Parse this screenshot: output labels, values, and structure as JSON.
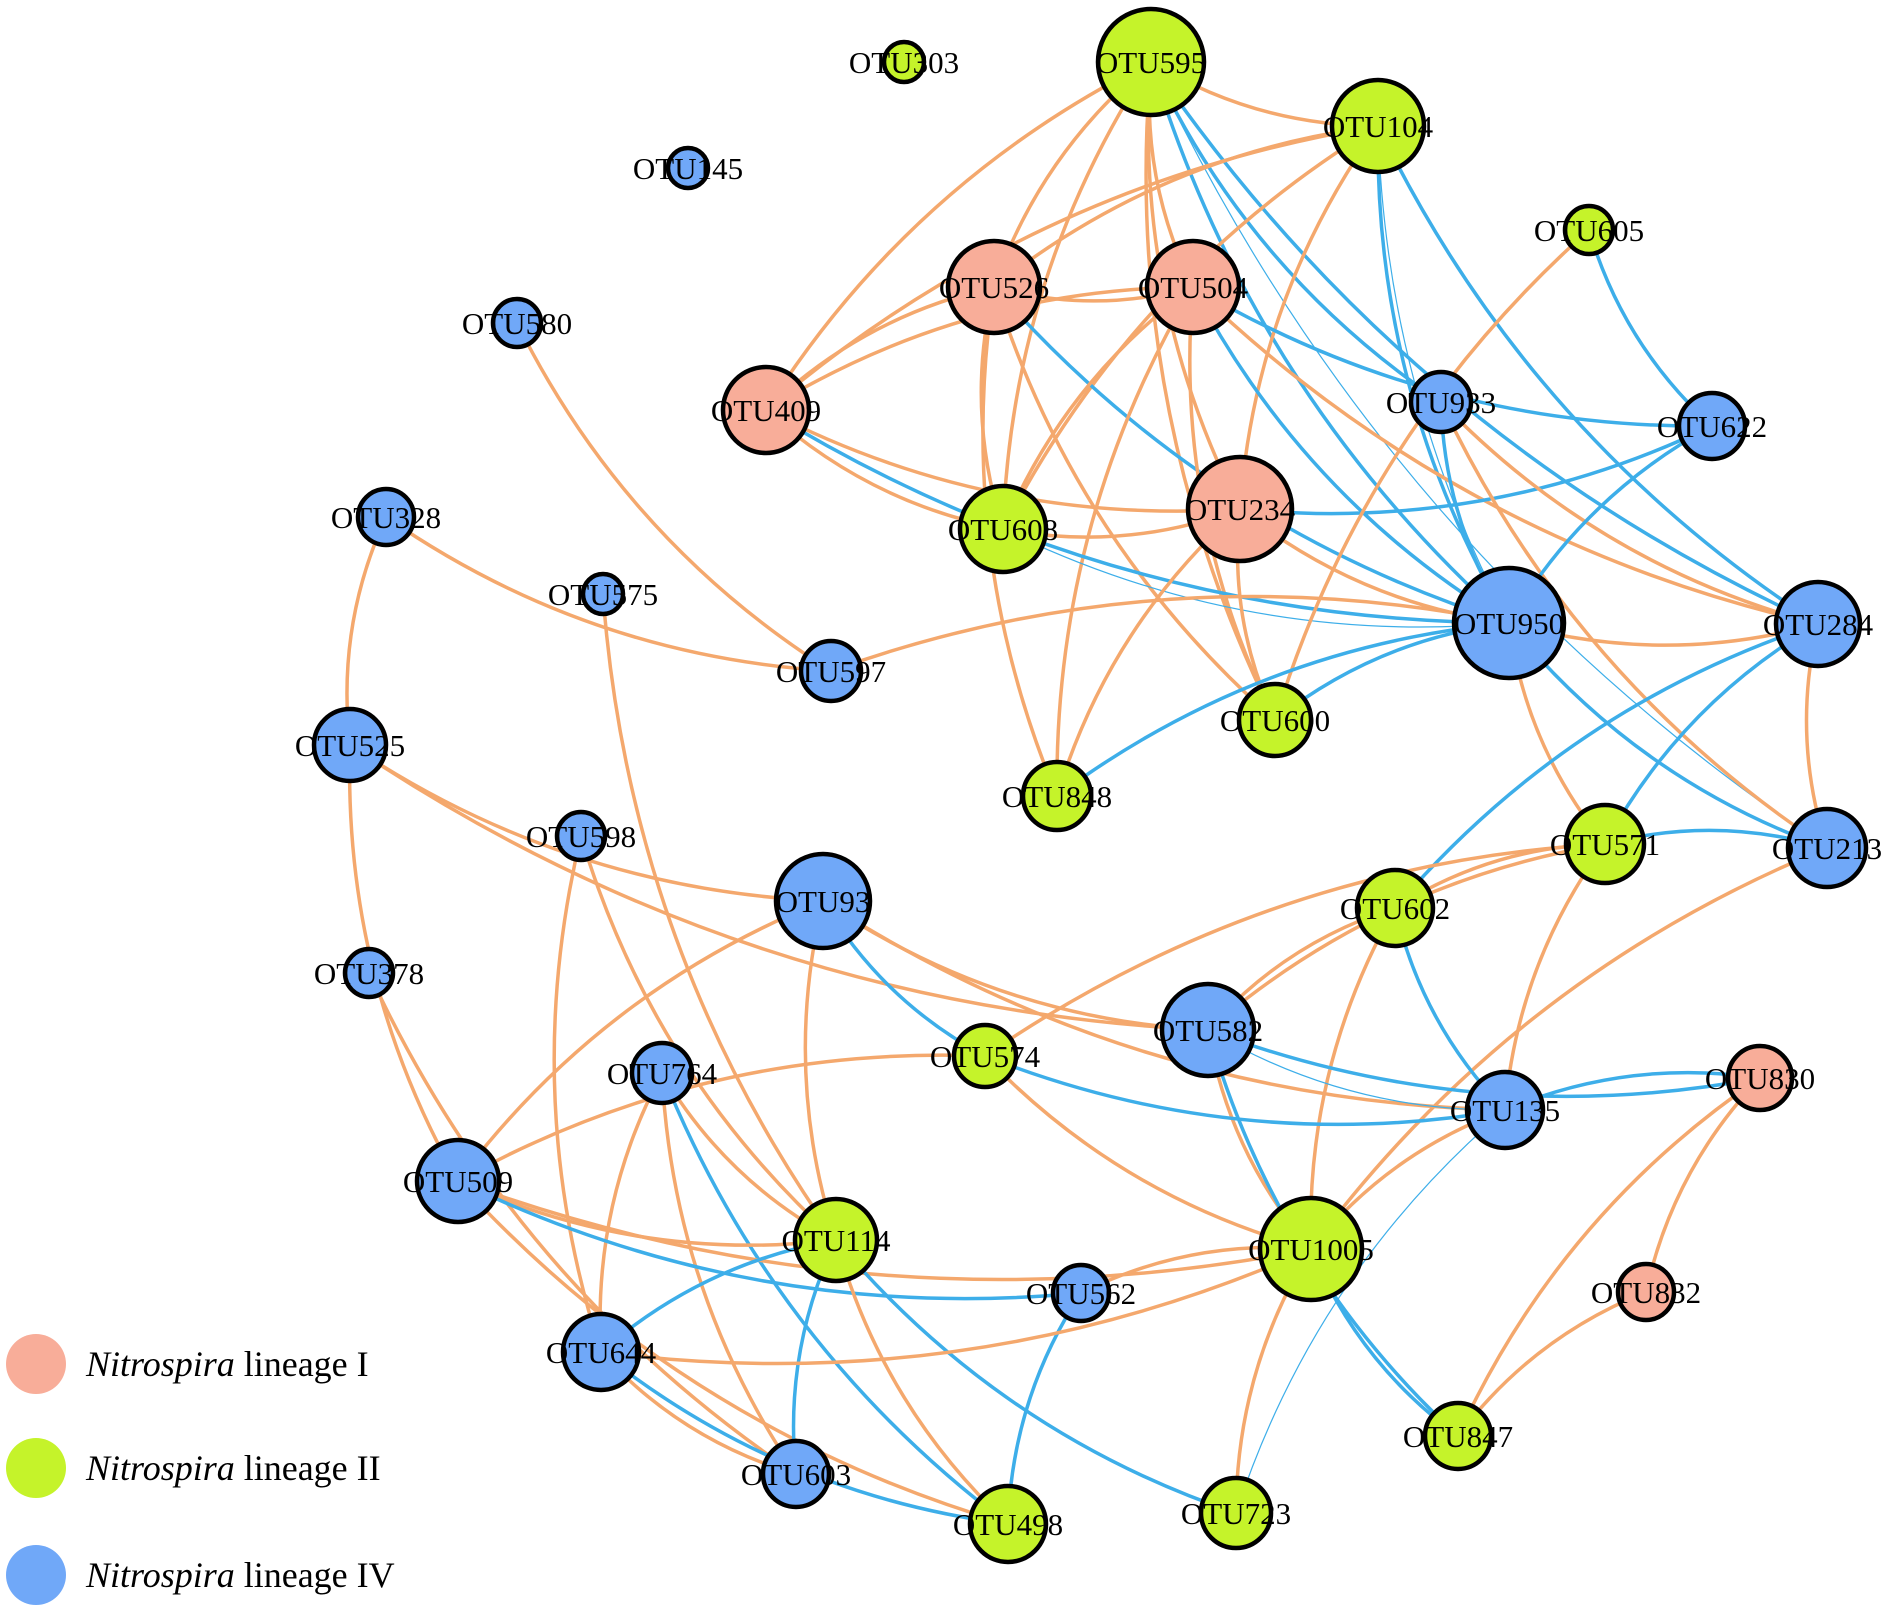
{
  "colors": {
    "lineage_I": "#f8ad99",
    "lineage_II": "#c5f32a",
    "lineage_IV": "#70a8f8",
    "edge_positive": "#f4a86d",
    "edge_negative": "#3daee9",
    "outline": "#000000"
  },
  "legend": [
    {
      "genus": "Nitrospira",
      "rest": " lineage I",
      "group": "I"
    },
    {
      "genus": "Nitrospira",
      "rest": " lineage II",
      "group": "II"
    },
    {
      "genus": "Nitrospira",
      "rest": " lineage IV",
      "group": "IV"
    }
  ],
  "nodes": [
    {
      "id": "OTU303",
      "group": "II"
    },
    {
      "id": "OTU595",
      "group": "II"
    },
    {
      "id": "OTU104",
      "group": "II"
    },
    {
      "id": "OTU145",
      "group": "IV"
    },
    {
      "id": "OTU605",
      "group": "II"
    },
    {
      "id": "OTU526",
      "group": "I"
    },
    {
      "id": "OTU504",
      "group": "I"
    },
    {
      "id": "OTU580",
      "group": "IV"
    },
    {
      "id": "OTU933",
      "group": "IV"
    },
    {
      "id": "OTU622",
      "group": "IV"
    },
    {
      "id": "OTU409",
      "group": "I"
    },
    {
      "id": "OTU328",
      "group": "IV"
    },
    {
      "id": "OTU608",
      "group": "II"
    },
    {
      "id": "OTU234",
      "group": "I"
    },
    {
      "id": "OTU575",
      "group": "IV"
    },
    {
      "id": "OTU950",
      "group": "IV"
    },
    {
      "id": "OTU284",
      "group": "IV"
    },
    {
      "id": "OTU597",
      "group": "IV"
    },
    {
      "id": "OTU600",
      "group": "II"
    },
    {
      "id": "OTU525",
      "group": "IV"
    },
    {
      "id": "OTU848",
      "group": "II"
    },
    {
      "id": "OTU598",
      "group": "IV"
    },
    {
      "id": "OTU571",
      "group": "II"
    },
    {
      "id": "OTU213",
      "group": "IV"
    },
    {
      "id": "OTU93",
      "group": "IV"
    },
    {
      "id": "OTU602",
      "group": "II"
    },
    {
      "id": "OTU378",
      "group": "IV"
    },
    {
      "id": "OTU582",
      "group": "IV"
    },
    {
      "id": "OTU574",
      "group": "II"
    },
    {
      "id": "OTU764",
      "group": "IV"
    },
    {
      "id": "OTU830",
      "group": "I"
    },
    {
      "id": "OTU135",
      "group": "IV"
    },
    {
      "id": "OTU509",
      "group": "IV"
    },
    {
      "id": "OTU114",
      "group": "II"
    },
    {
      "id": "OTU1005",
      "group": "II"
    },
    {
      "id": "OTU562",
      "group": "IV"
    },
    {
      "id": "OTU832",
      "group": "I"
    },
    {
      "id": "OTU644",
      "group": "IV"
    },
    {
      "id": "OTU847",
      "group": "II"
    },
    {
      "id": "OTU603",
      "group": "IV"
    },
    {
      "id": "OTU498",
      "group": "II"
    },
    {
      "id": "OTU723",
      "group": "II"
    }
  ],
  "edges": [
    {
      "s": "OTU595",
      "t": "OTU409",
      "sign": "pos"
    },
    {
      "s": "OTU595",
      "t": "OTU526",
      "sign": "pos"
    },
    {
      "s": "OTU595",
      "t": "OTU608",
      "sign": "pos"
    },
    {
      "s": "OTU595",
      "t": "OTU234",
      "sign": "pos"
    },
    {
      "s": "OTU595",
      "t": "OTU600",
      "sign": "pos"
    },
    {
      "s": "OTU595",
      "t": "OTU104",
      "sign": "pos"
    },
    {
      "s": "OTU595",
      "t": "OTU504",
      "sign": "pos"
    },
    {
      "s": "OTU595",
      "t": "OTU950",
      "sign": "neg"
    },
    {
      "s": "OTU595",
      "t": "OTU933",
      "sign": "neg"
    },
    {
      "s": "OTU595",
      "t": "OTU284",
      "sign": "neg"
    },
    {
      "s": "OTU595",
      "t": "OTU213",
      "sign": "neg",
      "thin": true
    },
    {
      "s": "OTU104",
      "t": "OTU526",
      "sign": "pos"
    },
    {
      "s": "OTU104",
      "t": "OTU608",
      "sign": "pos"
    },
    {
      "s": "OTU104",
      "t": "OTU409",
      "sign": "pos"
    },
    {
      "s": "OTU104",
      "t": "OTU234",
      "sign": "pos"
    },
    {
      "s": "OTU104",
      "t": "OTU950",
      "sign": "neg"
    },
    {
      "s": "OTU104",
      "t": "OTU284",
      "sign": "neg"
    },
    {
      "s": "OTU104",
      "t": "OTU950",
      "sign": "neg",
      "thin": true,
      "bend": 60
    },
    {
      "s": "OTU526",
      "t": "OTU409",
      "sign": "pos"
    },
    {
      "s": "OTU526",
      "t": "OTU504",
      "sign": "pos"
    },
    {
      "s": "OTU526",
      "t": "OTU608",
      "sign": "pos"
    },
    {
      "s": "OTU526",
      "t": "OTU848",
      "sign": "pos"
    },
    {
      "s": "OTU526",
      "t": "OTU600",
      "sign": "pos"
    },
    {
      "s": "OTU526",
      "t": "OTU950",
      "sign": "neg"
    },
    {
      "s": "OTU504",
      "t": "OTU409",
      "sign": "pos"
    },
    {
      "s": "OTU504",
      "t": "OTU608",
      "sign": "pos"
    },
    {
      "s": "OTU504",
      "t": "OTU848",
      "sign": "pos"
    },
    {
      "s": "OTU504",
      "t": "OTU600",
      "sign": "pos"
    },
    {
      "s": "OTU504",
      "t": "OTU284",
      "sign": "pos"
    },
    {
      "s": "OTU504",
      "t": "OTU622",
      "sign": "neg"
    },
    {
      "s": "OTU504",
      "t": "OTU950",
      "sign": "neg"
    },
    {
      "s": "OTU409",
      "t": "OTU234",
      "sign": "pos"
    },
    {
      "s": "OTU409",
      "t": "OTU608",
      "sign": "pos"
    },
    {
      "s": "OTU409",
      "t": "OTU950",
      "sign": "neg"
    },
    {
      "s": "OTU608",
      "t": "OTU234",
      "sign": "pos"
    },
    {
      "s": "OTU608",
      "t": "OTU950",
      "sign": "neg",
      "thin": true
    },
    {
      "s": "OTU234",
      "t": "OTU600",
      "sign": "pos"
    },
    {
      "s": "OTU234",
      "t": "OTU950",
      "sign": "pos"
    },
    {
      "s": "OTU234",
      "t": "OTU622",
      "sign": "neg"
    },
    {
      "s": "OTU234",
      "t": "OTU848",
      "sign": "pos"
    },
    {
      "s": "OTU605",
      "t": "OTU622",
      "sign": "neg"
    },
    {
      "s": "OTU605",
      "t": "OTU600",
      "sign": "pos"
    },
    {
      "s": "OTU933",
      "t": "OTU950",
      "sign": "neg"
    },
    {
      "s": "OTU933",
      "t": "OTU213",
      "sign": "pos"
    },
    {
      "s": "OTU933",
      "t": "OTU284",
      "sign": "pos"
    },
    {
      "s": "OTU622",
      "t": "OTU950",
      "sign": "neg"
    },
    {
      "s": "OTU950",
      "t": "OTU600",
      "sign": "neg"
    },
    {
      "s": "OTU950",
      "t": "OTU848",
      "sign": "neg"
    },
    {
      "s": "OTU950",
      "t": "OTU597",
      "sign": "pos"
    },
    {
      "s": "OTU950",
      "t": "OTU284",
      "sign": "pos"
    },
    {
      "s": "OTU950",
      "t": "OTU213",
      "sign": "neg"
    },
    {
      "s": "OTU950",
      "t": "OTU571",
      "sign": "pos"
    },
    {
      "s": "OTU284",
      "t": "OTU213",
      "sign": "pos"
    },
    {
      "s": "OTU284",
      "t": "OTU571",
      "sign": "neg"
    },
    {
      "s": "OTU284",
      "t": "OTU602",
      "sign": "neg"
    },
    {
      "s": "OTU213",
      "t": "OTU571",
      "sign": "neg"
    },
    {
      "s": "OTU213",
      "t": "OTU1005",
      "sign": "pos"
    },
    {
      "s": "OTU580",
      "t": "OTU597",
      "sign": "pos"
    },
    {
      "s": "OTU328",
      "t": "OTU525",
      "sign": "pos"
    },
    {
      "s": "OTU328",
      "t": "OTU597",
      "sign": "pos"
    },
    {
      "s": "OTU575",
      "t": "OTU114",
      "sign": "pos"
    },
    {
      "s": "OTU525",
      "t": "OTU93",
      "sign": "pos"
    },
    {
      "s": "OTU525",
      "t": "OTU509",
      "sign": "pos"
    },
    {
      "s": "OTU525",
      "t": "OTU582",
      "sign": "pos"
    },
    {
      "s": "OTU598",
      "t": "OTU644",
      "sign": "pos"
    },
    {
      "s": "OTU598",
      "t": "OTU114",
      "sign": "pos"
    },
    {
      "s": "OTU378",
      "t": "OTU603",
      "sign": "pos"
    },
    {
      "s": "OTU93",
      "t": "OTU509",
      "sign": "pos"
    },
    {
      "s": "OTU93",
      "t": "OTU114",
      "sign": "pos"
    },
    {
      "s": "OTU93",
      "t": "OTU574",
      "sign": "neg"
    },
    {
      "s": "OTU93",
      "t": "OTU582",
      "sign": "pos"
    },
    {
      "s": "OTU93",
      "t": "OTU135",
      "sign": "pos"
    },
    {
      "s": "OTU571",
      "t": "OTU602",
      "sign": "pos"
    },
    {
      "s": "OTU571",
      "t": "OTU582",
      "sign": "pos"
    },
    {
      "s": "OTU571",
      "t": "OTU135",
      "sign": "pos"
    },
    {
      "s": "OTU571",
      "t": "OTU574",
      "sign": "pos"
    },
    {
      "s": "OTU602",
      "t": "OTU582",
      "sign": "pos"
    },
    {
      "s": "OTU602",
      "t": "OTU135",
      "sign": "neg"
    },
    {
      "s": "OTU602",
      "t": "OTU1005",
      "sign": "pos"
    },
    {
      "s": "OTU582",
      "t": "OTU830",
      "sign": "neg"
    },
    {
      "s": "OTU582",
      "t": "OTU1005",
      "sign": "pos"
    },
    {
      "s": "OTU582",
      "t": "OTU847",
      "sign": "neg"
    },
    {
      "s": "OTU582",
      "t": "OTU135",
      "sign": "neg",
      "thin": true
    },
    {
      "s": "OTU574",
      "t": "OTU509",
      "sign": "pos"
    },
    {
      "s": "OTU574",
      "t": "OTU135",
      "sign": "neg"
    },
    {
      "s": "OTU574",
      "t": "OTU1005",
      "sign": "pos"
    },
    {
      "s": "OTU764",
      "t": "OTU603",
      "sign": "pos"
    },
    {
      "s": "OTU764",
      "t": "OTU644",
      "sign": "pos"
    },
    {
      "s": "OTU764",
      "t": "OTU498",
      "sign": "neg"
    },
    {
      "s": "OTU764",
      "t": "OTU114",
      "sign": "pos"
    },
    {
      "s": "OTU830",
      "t": "OTU135",
      "sign": "neg"
    },
    {
      "s": "OTU830",
      "t": "OTU832",
      "sign": "pos"
    },
    {
      "s": "OTU830",
      "t": "OTU847",
      "sign": "pos"
    },
    {
      "s": "OTU135",
      "t": "OTU1005",
      "sign": "pos"
    },
    {
      "s": "OTU135",
      "t": "OTU723",
      "sign": "neg",
      "thin": true
    },
    {
      "s": "OTU509",
      "t": "OTU114",
      "sign": "pos"
    },
    {
      "s": "OTU509",
      "t": "OTU498",
      "sign": "pos"
    },
    {
      "s": "OTU509",
      "t": "OTU562",
      "sign": "neg"
    },
    {
      "s": "OTU509",
      "t": "OTU1005",
      "sign": "pos"
    },
    {
      "s": "OTU114",
      "t": "OTU644",
      "sign": "neg"
    },
    {
      "s": "OTU114",
      "t": "OTU603",
      "sign": "neg"
    },
    {
      "s": "OTU114",
      "t": "OTU723",
      "sign": "neg"
    },
    {
      "s": "OTU114",
      "t": "OTU498",
      "sign": "pos"
    },
    {
      "s": "OTU1005",
      "t": "OTU562",
      "sign": "pos"
    },
    {
      "s": "OTU1005",
      "t": "OTU723",
      "sign": "pos"
    },
    {
      "s": "OTU1005",
      "t": "OTU847",
      "sign": "neg"
    },
    {
      "s": "OTU562",
      "t": "OTU498",
      "sign": "neg"
    },
    {
      "s": "OTU832",
      "t": "OTU847",
      "sign": "pos"
    },
    {
      "s": "OTU644",
      "t": "OTU603",
      "sign": "pos"
    },
    {
      "s": "OTU644",
      "t": "OTU498",
      "sign": "neg"
    },
    {
      "s": "OTU644",
      "t": "OTU1005",
      "sign": "pos"
    }
  ]
}
